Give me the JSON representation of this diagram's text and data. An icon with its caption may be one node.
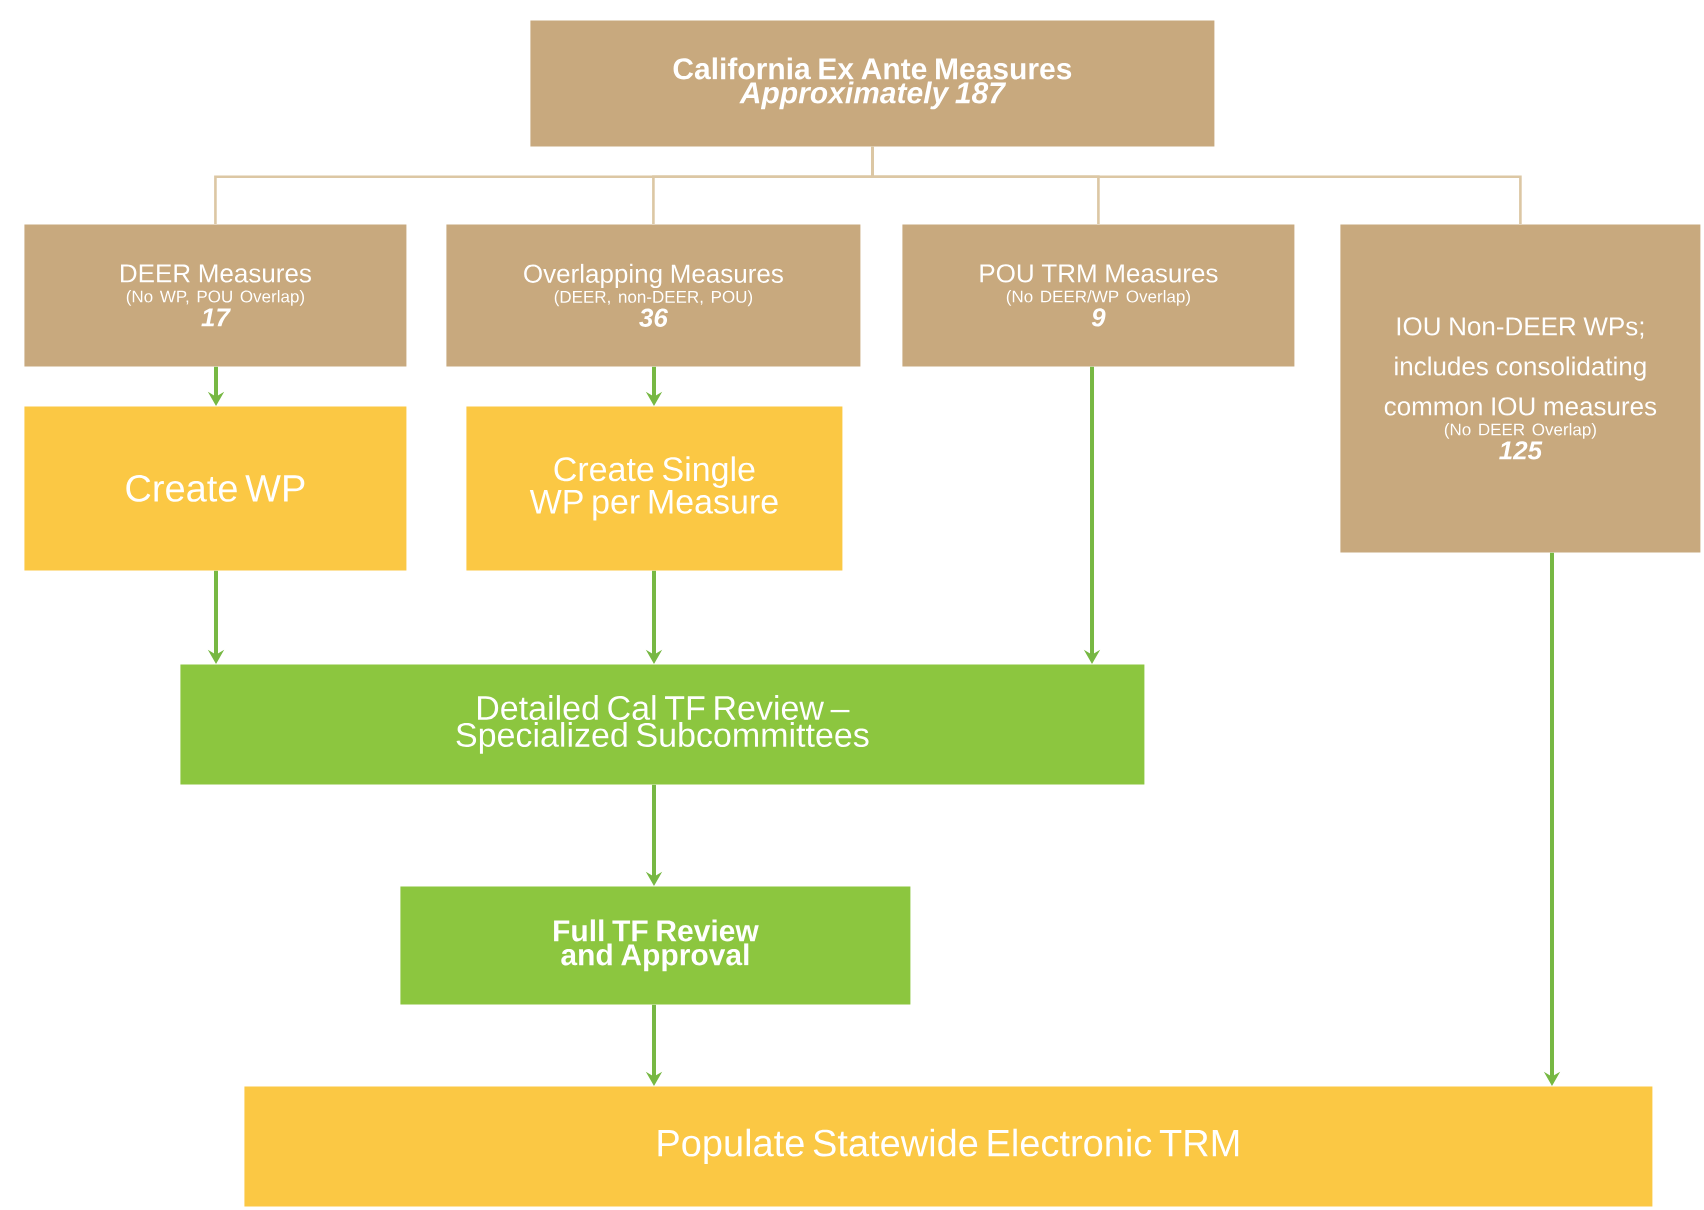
{
  "diagram": {
    "nodes": [
      {
        "text": [
          "California Ex Ante Measures",
          "Approximately 187"
        ]
      },
      {
        "text": [
          "DEER Measures",
          "(No WP, POU Overlap)",
          "17"
        ]
      },
      {
        "text": [
          "Overlapping Measures",
          "(DEER, non-DEER, POU)",
          "36"
        ]
      },
      {
        "text": [
          "POU TRM Measures",
          "(No DEER/WP Overlap)",
          "9"
        ]
      },
      {
        "text": [
          "IOU Non-DEER WPs; includes consolidating common IOU measures",
          "(No DEER Overlap)",
          "125"
        ]
      },
      {
        "text": [
          "Create WP"
        ]
      },
      {
        "text": [
          "Create Single WP per Measure"
        ]
      },
      {
        "text": [
          "Detailed Cal TF Review – Specialized Subcommittees"
        ]
      },
      {
        "text": [
          "Full TF Review and Approval"
        ]
      },
      {
        "text": [
          "Populate Statewide Electronic TRM"
        ]
      }
    ],
    "edges": [
      {
        "from": 0,
        "to": 1,
        "arrow": "none",
        "color": "#dcc7a4"
      },
      {
        "from": 0,
        "to": 2,
        "arrow": "none",
        "color": "#dcc7a4"
      },
      {
        "from": 0,
        "to": 3,
        "arrow": "none",
        "color": "#dcc7a4"
      },
      {
        "from": 0,
        "to": 4,
        "arrow": "none",
        "color": "#dcc7a4"
      },
      {
        "from": 1,
        "to": 5,
        "arrow": "to"
      },
      {
        "from": 2,
        "to": 6,
        "arrow": "to"
      },
      {
        "from": 5,
        "to": 7,
        "arrow": "to"
      },
      {
        "from": 6,
        "to": 7,
        "arrow": "to"
      },
      {
        "from": 3,
        "to": 7,
        "arrow": "to"
      },
      {
        "from": 7,
        "to": 8,
        "arrow": "to"
      },
      {
        "from": 8,
        "to": 9,
        "arrow": "to"
      },
      {
        "from": 4,
        "to": 9,
        "arrow": "to"
      }
    ]
  }
}
